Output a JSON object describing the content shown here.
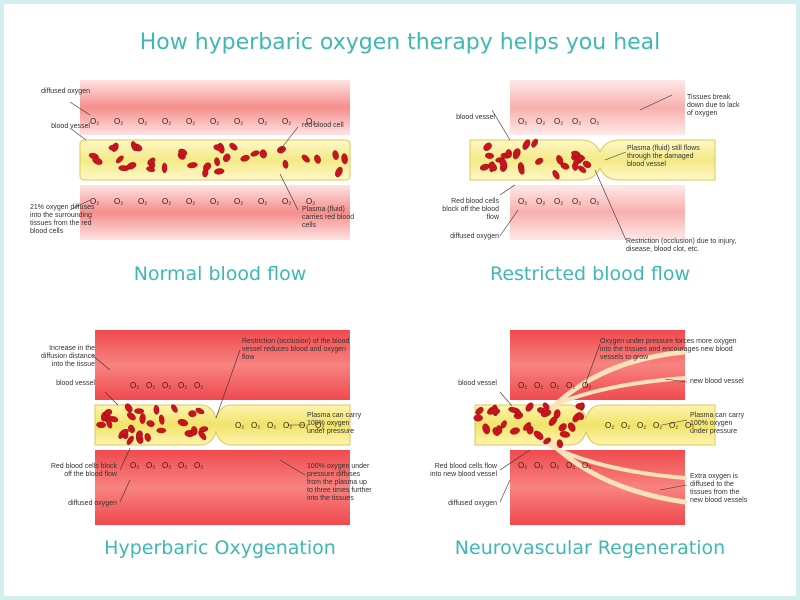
{
  "title": "How hyperbaric oxygen therapy helps you heal",
  "colors": {
    "accent": "#3fb8b4",
    "tissue": "#f06a6a",
    "tissue_pale": "#fbd0cf",
    "plasma": "#f7f0a0",
    "rbc": "#c8141e"
  },
  "panels": [
    {
      "caption": "Normal blood flow",
      "labels": {
        "diffused_oxygen": "diffused oxygen",
        "blood_vessel": "blood vessel",
        "red_blood_cell": "red blood cell",
        "percent_diffuses": "21% oxygen diffuses into the surrounding tissues from the red blood cells",
        "plasma": "Plasma (fluid) carries red blood cells"
      }
    },
    {
      "caption": "Restricted blood flow",
      "labels": {
        "blood_vessel": "blood vessel",
        "tissues_break": "Tissues break down due to lack of oxygen",
        "plasma_still": "Plasma (fluid) still flows through the damaged blood vessel",
        "cells_block": "Red blood cells block off the blood flow",
        "diffused_oxygen": "diffused oxygen",
        "restriction": "Restriction (occlusion) due to injury, disease, blood clot, etc."
      }
    },
    {
      "caption": "Hyperbaric Oxygenation",
      "labels": {
        "increase": "Increase in the diffusion distance into the tissue",
        "restriction": "Restriction (occlusion) of the blood vessel reduces blood and oxygen flow",
        "blood_vessel": "blood vessel",
        "plasma_carry": "Plasma can carry 100% oxygen under pressure",
        "cells_block": "Red blood cells block off the blood flow",
        "pct100": "100% oxygen under pressure diffuses from the plasma up to three times further into the tissues",
        "diffused_oxygen": "diffused oxygen"
      }
    },
    {
      "caption": "Neurovascular Regeneration",
      "labels": {
        "oxygen_pressure": "Oxygen under pressure forces more oxygen into the tissues and encourages new blood vessels to grow",
        "blood_vessel": "blood vessel",
        "new_vessel": "new blood vessel",
        "plasma_carry": "Plasma can carry 100% oxygen under pressure",
        "cells_flow": "Red blood cells flow into new blood vessel",
        "extra_oxygen": "Extra oxygen is diffused to the tissues from the new blood vessels",
        "diffused_oxygen": "diffused oxygen"
      }
    }
  ],
  "o2_symbol": "O₂"
}
